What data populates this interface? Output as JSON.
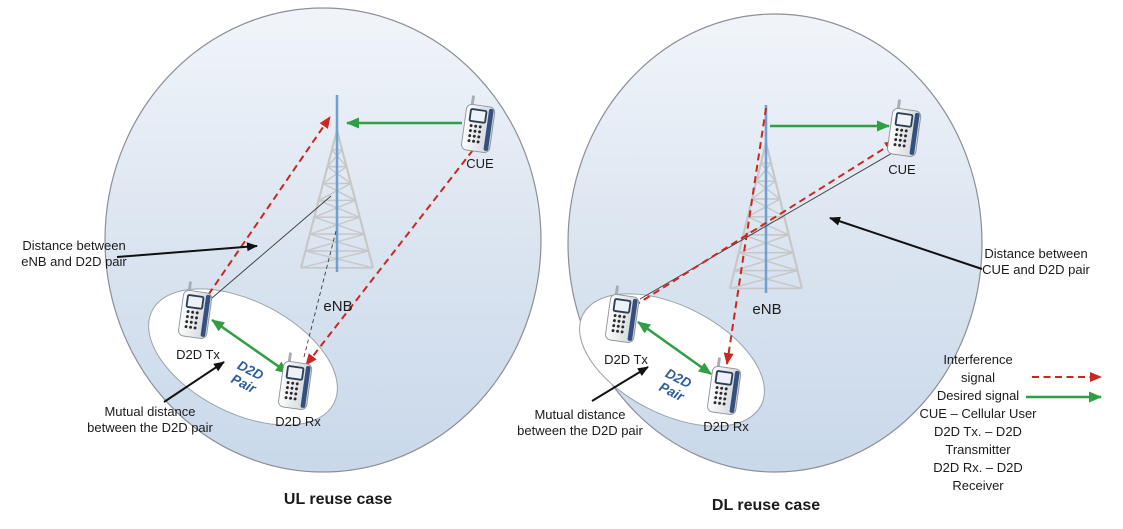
{
  "left": {
    "caption": "UL reuse case",
    "enb": "eNB",
    "cue": "CUE",
    "d2d_tx": "D2D Tx",
    "d2d_rx": "D2D Rx",
    "pair_line1": "D2D",
    "pair_line2": "Pair",
    "distance_line1": "Distance between",
    "distance_line2": "eNB and D2D pair",
    "mutual_line1": "Mutual distance",
    "mutual_line2": "between the D2D pair"
  },
  "right": {
    "caption": "DL reuse case",
    "enb": "eNB",
    "cue": "CUE",
    "d2d_tx": "D2D Tx",
    "d2d_rx": "D2D Rx",
    "pair_line1": "D2D",
    "pair_line2": "Pair",
    "distance_line1": "Distance between",
    "distance_line2": "CUE and D2D pair",
    "mutual_line1": "Mutual distance",
    "mutual_line2": "between the D2D pair"
  },
  "legend": {
    "interference_line1": "Interference",
    "interference_line2": "signal",
    "desired": "Desired signal",
    "cue_def": "CUE – Cellular User",
    "tx_def_line1": "D2D Tx. – D2D",
    "tx_def_line2": "Transmitter",
    "rx_def_line1": "D2D Rx. – D2D",
    "rx_def_line2": "Receiver"
  },
  "colors": {
    "interference_signal": "#cb2620",
    "desired_signal": "#2f9e44",
    "pair_text": "#2d5d9f",
    "cell_fill_top": "#f0f4f9",
    "cell_fill_bottom": "#c9d8ea"
  }
}
